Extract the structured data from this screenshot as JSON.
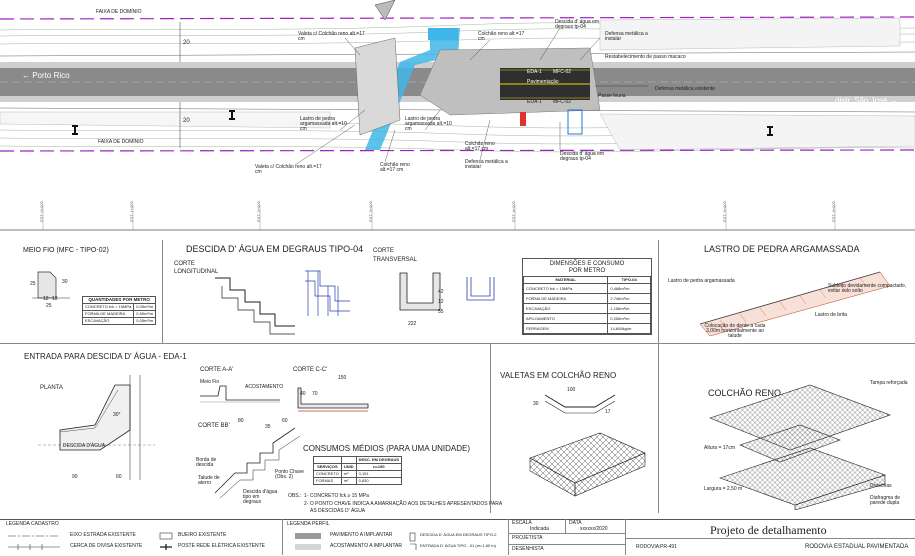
{
  "plan": {
    "faixa_top": "FAIXA DE DOMÍNIO",
    "faixa_bottom": "FAIXA DE DOMÍNIO",
    "porto_rico": "← Porto Rico",
    "sao_jose": "distr. São José →",
    "dim_20a": "20",
    "dim_20b": "20",
    "valeta_top": "Valeta c/ Colchão reno alt.=17 cm",
    "colchao_top": "Colchão reno alt.=17 cm",
    "descida_top": "Descida d' água em degraus tp-04",
    "defensa_top": "Defensa metálica a instalar",
    "restab": "Restabelecimento de passo macaco",
    "defensa_exist": "Defensa metálica existente",
    "passe_leuna": "Passe leuna",
    "pavimentacao": "Pavimentação",
    "lastro_left": "Lastro de pedra argamassada alt.=10 cm",
    "lastro_mid": "Lastro de pedra argamassada alt.=10 cm",
    "colchao_mid": "Colchão reno alt.=17 cm",
    "valeta_bottom": "Valeta c/ Colchão reno alt.=17 cm",
    "colchao_bottom": "Colchão reno alt.=17 cm",
    "defensa_bottom": "Defensa metálica a instalar",
    "descida_bottom": "Descida d' água em degraus tp-04",
    "eda1": "EDA-1",
    "eda2": "EDA-1",
    "mfc1": "MFC-02",
    "mfc2": "MFC-02"
  },
  "meiofio": {
    "title": "MEIO FIO (MFC - TIPO-02)",
    "table_title": "QUANTIDADES POR METRO",
    "rows": [
      [
        "CONCRETO fck = 15MPa",
        "0,05m³/m"
      ],
      [
        "FORMA DE MADEIRA",
        "0,50m²/m"
      ],
      [
        "ESCAVAÇÃO",
        "0,05m³/m"
      ]
    ],
    "d1": "25",
    "d2": "12",
    "d3": "13",
    "d4": "25",
    "d5": "30"
  },
  "descida": {
    "title": "DESCIDA D' ÁGUA EM DEGRAUS TIPO-04",
    "corte_long": "CORTE LONGITUDINAL",
    "corte_trans": "CORTE TRANSVERSAL",
    "d_222": "222",
    "d_42": "42",
    "d_12": "12",
    "d_55": "55",
    "table_title1": "DIMENSÕES E CONSUMO",
    "table_title2": "POR METRO",
    "col_material": "MATERIAL",
    "col_tipo": "TIPO-04",
    "rows": [
      [
        "CONCRETO fck = 15MPa",
        "0,468m³/m"
      ],
      [
        "FORMA DE MADEIRA",
        "2,746m²/m"
      ],
      [
        "ESCAVAÇÃO",
        "1,156m³/m"
      ],
      [
        "APILOAMENTO",
        "0,256m²/m"
      ],
      [
        "FERRAGEM",
        "14,608kg/m"
      ]
    ]
  },
  "lastro": {
    "title": "LASTRO DE PEDRA ARGAMASSADA",
    "l1": "Lastro de pedra argamassada",
    "l2": "Subleito devidamente compactado, evitar solo solto",
    "l3": "Lastro de brita",
    "l4": "Colocação de dente a cada 3,00m horizontalmente ao talude"
  },
  "entrada": {
    "title": "ENTRADA PARA DESCIDA D' ÁGUA  - EDA-1",
    "planta": "PLANTA",
    "corte_aa": "CORTE A-A'",
    "corte_cc": "CORTE C-C'",
    "corte_bb": "CORTE BB'",
    "meio_fio": "Meio Fio",
    "acostamento": "ACOSTAMENTO",
    "descida_agua": "DESCIDA D'ÁGUA",
    "d150": "150",
    "d60": "60",
    "d40": "40",
    "d35": "35",
    "d80": "80",
    "d90": "90",
    "d70": "70",
    "d30": "30°",
    "borda": "Borda de descida",
    "talude": "Talude de aterro",
    "descida_deg": "Descida d'água tipo em degraus",
    "ponto": "Ponto Chave (Obs. 2)",
    "consumos_title": "CONSUMOS MÉDIOS (PARA UMA UNIDADE)",
    "c_head": "DESC. EM DEGRAUS",
    "c_serv": "SERVIÇOS",
    "c_unid": "UNID",
    "c_n": "n=150",
    "c_rows": [
      [
        "CONCRETO",
        "m³",
        "0,151"
      ],
      [
        "FORMAS",
        "m²",
        "0,830"
      ]
    ],
    "obs_label": "OBS.:",
    "obs1": "1- CONCRETO fck ≥ 15 MPa",
    "obs2": "2- O PONTO CHAVE INDICA A AMARRAÇÃO AOS DETALHES APRESENTADOS PARA",
    "obs3": "AS DESCIDAS D' ÁGUA"
  },
  "valetas": {
    "title": "VALETAS EM COLCHÃO RENO",
    "d100": "100",
    "d30": "30",
    "d17": "17"
  },
  "colchao": {
    "title": "COLCHÃO RENO",
    "tampa": "Tampa reforçada",
    "altura": "Altura = 17cm",
    "largura": "Largura = 2,50 m",
    "divisorias": "Divisórias",
    "diafragma": "Diafragma de parede dupla"
  },
  "legend": {
    "cad_title": "LEGENDA CADASTRO",
    "perfil_title": "LEGENDA PERFIL",
    "items_left": [
      "EIXO ESTRADA EXISTENTE",
      "CERCA DE DIVISA EXISTENTE"
    ],
    "items_mid": [
      "BUEIRO EXISTENTE",
      "POSTE REDE ELÉTRICA EXISTENTE"
    ],
    "items_perfil": [
      "PAVIMENTO A IMPLANTAR",
      "ACOSTAMENTO A IMPLANTAR"
    ],
    "items_perfil2": [
      "DESCIDA D' ÁGUA EM DEGRAUS TIPO-2",
      "ENTRADA D' ÁGUA TIPO - 01 (m=1,60 m)"
    ]
  },
  "titleblock": {
    "escala_label": "ESCALA",
    "escala": "Indicada",
    "data_label": "DATA",
    "data": "xxxxxx/2020",
    "projetista": "PROJETISTA",
    "desenhista": "DESENHISTA",
    "projeto": "Projeto  de detalhamento",
    "rodovia_label": "RODOVIA:",
    "rodovia": "PR-491",
    "rodovia_desc": "RODOVIA ESTADUAL PAVIMENTADA"
  },
  "stations": [
    "EST. 0+000",
    "EST. 1+000",
    "EST. 2+000",
    "EST. 3+000",
    "EST. 4+000",
    "EST. 5+000",
    "EST. 6+000"
  ]
}
